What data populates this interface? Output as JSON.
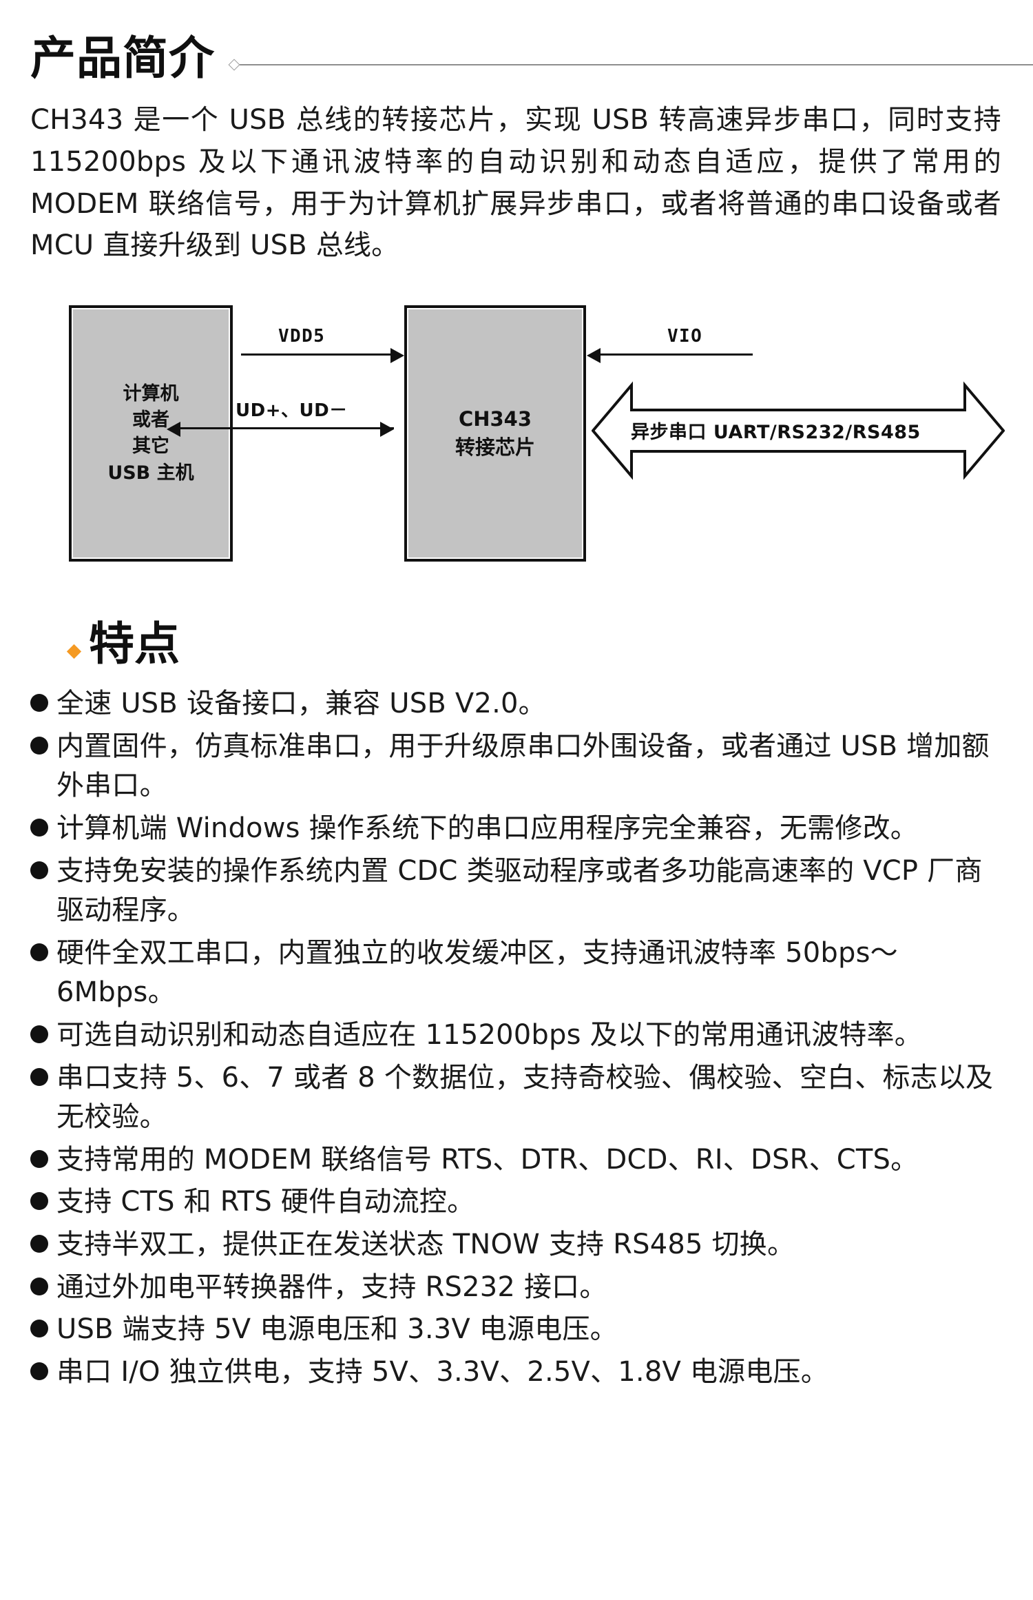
{
  "sections": {
    "intro": {
      "heading": "产品简介",
      "paragraph": "CH343 是一个 USB 总线的转接芯片，实现 USB 转高速异步串口，同时支持 115200bps 及以下通讯波特率的自动识别和动态自适应，提供了常用的 MODEM 联络信号，用于为计算机扩展异步串口，或者将普通的串口设备或者 MCU 直接升级到 USB 总线。"
    },
    "features": {
      "heading": "特点",
      "bullet_glyph": "●",
      "items": [
        "全速 USB 设备接口，兼容 USB V2.0。",
        "内置固件，仿真标准串口，用于升级原串口外围设备，或者通过 USB 增加额外串口。",
        "计算机端 Windows 操作系统下的串口应用程序完全兼容，无需修改。",
        "支持免安装的操作系统内置 CDC 类驱动程序或者多功能高速率的 VCP 厂商驱动程序。",
        "硬件全双工串口，内置独立的收发缓冲区，支持通讯波特率 50bps～6Mbps。",
        "可选自动识别和动态自适应在 115200bps 及以下的常用通讯波特率。",
        "串口支持 5、6、7 或者 8 个数据位，支持奇校验、偶校验、空白、标志以及无校验。",
        "支持常用的 MODEM 联络信号 RTS、DTR、DCD、RI、DSR、CTS。",
        "支持 CTS 和 RTS 硬件自动流控。",
        "支持半双工，提供正在发送状态 TNOW 支持 RS485 切换。",
        "通过外加电平转换器件，支持 RS232 接口。",
        "USB 端支持 5V 电源电压和 3.3V 电源电压。",
        "串口 I/O 独立供电，支持 5V、3.3V、2.5V、1.8V 电源电压。"
      ]
    }
  },
  "diagram": {
    "blocks": {
      "host": {
        "lines": [
          "计算机",
          "或者",
          "其它",
          "USB 主机"
        ]
      },
      "chip": {
        "lines": [
          "CH343",
          "转接芯片"
        ]
      }
    },
    "signals": {
      "vdd5": "VDD5",
      "usb_data": "UD+、UD－",
      "vio": "VIO",
      "uart": "异步串口 UART/RS232/RS485"
    }
  },
  "colors": {
    "accent_orange": "#F59A23",
    "block_fill": "#c3c3c3",
    "block_border": "#111111",
    "rule": "#8e8e8e"
  }
}
